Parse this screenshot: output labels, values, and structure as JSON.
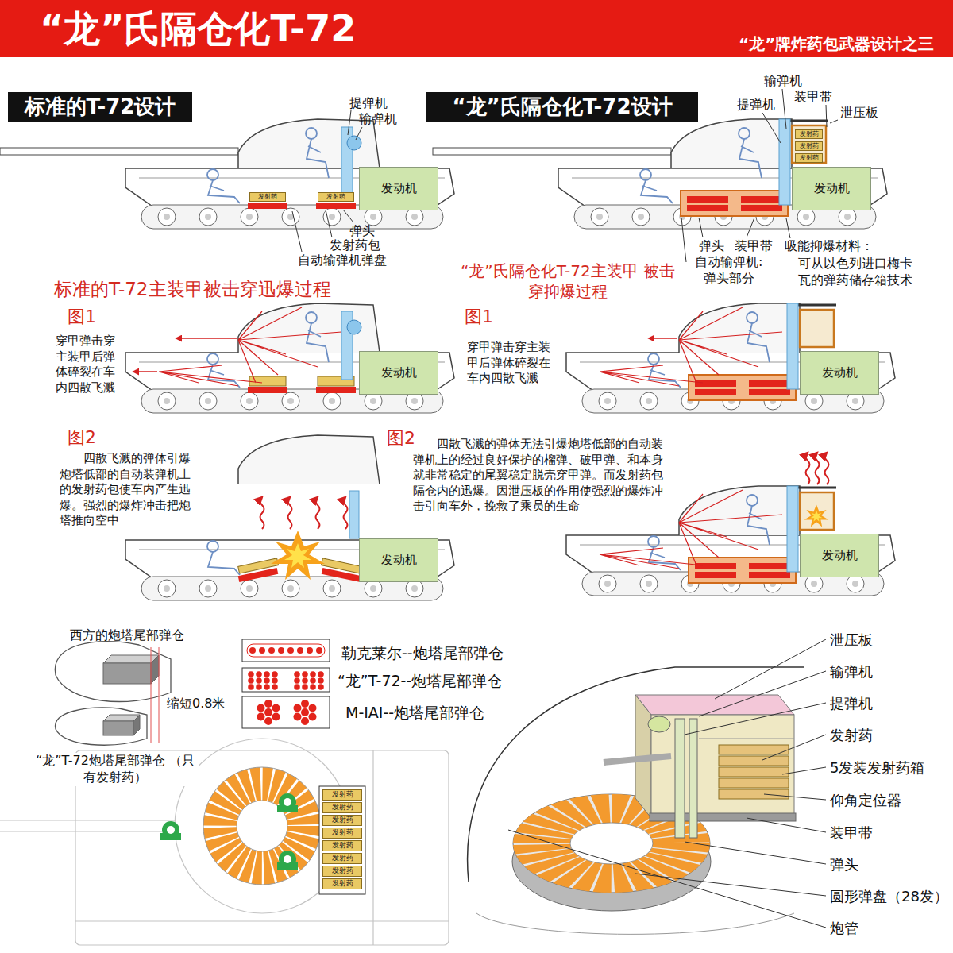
{
  "diagram": {
    "title": "“龙”氏隔仓化T-72",
    "nodes": [
      {
        "text": [
          "标准的T-72设计"
        ]
      },
      {
        "text": [
          "“龙”氏隔仓化T-72设计"
        ]
      },
      {
        "text": [
          "发动机"
        ]
      },
      {
        "text": [
          "发射药"
        ]
      },
      {
        "text": [
          "发射药"
        ]
      },
      {
        "text": [
          "发动机"
        ]
      },
      {
        "text": [
          "发射药"
        ]
      },
      {
        "text": [
          "发射药"
        ]
      },
      {
        "text": [
          "发射药"
        ]
      },
      {
        "text": [
          "发动机"
        ]
      },
      {
        "text": [
          "发动机"
        ]
      },
      {
        "text": [
          "发动机"
        ]
      },
      {
        "text": [
          "发动机"
        ]
      },
      {
        "text": [
          "发射药"
        ]
      },
      {
        "text": [
          "发射药"
        ]
      },
      {
        "text": [
          "发射药"
        ]
      },
      {
        "text": [
          "发射药"
        ]
      },
      {
        "text": [
          "发射药"
        ]
      },
      {
        "text": [
          "发射药"
        ]
      },
      {
        "text": [
          "发射药"
        ]
      },
      {
        "text": [
          "发射药"
        ]
      }
    ],
    "labels": [
      "“龙”牌炸药包武器设计之三",
      "提弹机",
      "输弹机",
      "弹头",
      "发射药包",
      "自动输弹机弹盘",
      "输弹机",
      "提弹机",
      "装甲带",
      "泄压板",
      "弹头",
      "装甲带",
      "自动输弹机: 弹头部分",
      "吸能抑爆材料：",
      "可从以色列进口梅卡瓦的弹药储存箱技术",
      "标准的T-72主装甲被击穿迅爆过程",
      "“龙”氏隔仓化T-72主装甲 被击穿抑爆过程",
      "图1",
      "穿甲弹击穿主装甲后弹体碎裂在车内四散飞溅",
      "图1",
      "穿甲弹击穿主装甲后弹体碎裂在车内四散飞溅",
      "图2",
      "四散飞溅的弹体引爆炮塔低部的自动装弹机上的发射药包使车内产生迅爆。强烈的爆炸冲击把炮塔推向空中",
      "图2",
      "四散飞溅的弹体无法引爆炮塔低部的自动装弹机上的经过良好保护的榴弹、破甲弹、和本身就非常稳定的尾翼稳定脱壳穿甲弹。而发射药包隔仓内的迅爆。因泄压板的作用使强烈的爆炸冲击引向车外，挽救了乘员的生命",
      "西方的炮塔尾部弹仓",
      "缩短0.8米",
      "“龙”T-72炮塔尾部弹仓 （只有发射药）",
      "泄压板",
      "输弹机",
      "提弹机",
      "发射药",
      "5发装发射药箱",
      "仰角定位器",
      "装甲带",
      "弹头",
      "圆形弹盘（28发）",
      "炮管"
    ],
    "legend": [
      {
        "text": "勒克莱尔--炮塔尾部弹仓"
      },
      {
        "text": "“龙”T-72--炮塔尾部弹仓"
      },
      {
        "text": "M-IAI--炮塔尾部弹仓"
      }
    ]
  }
}
